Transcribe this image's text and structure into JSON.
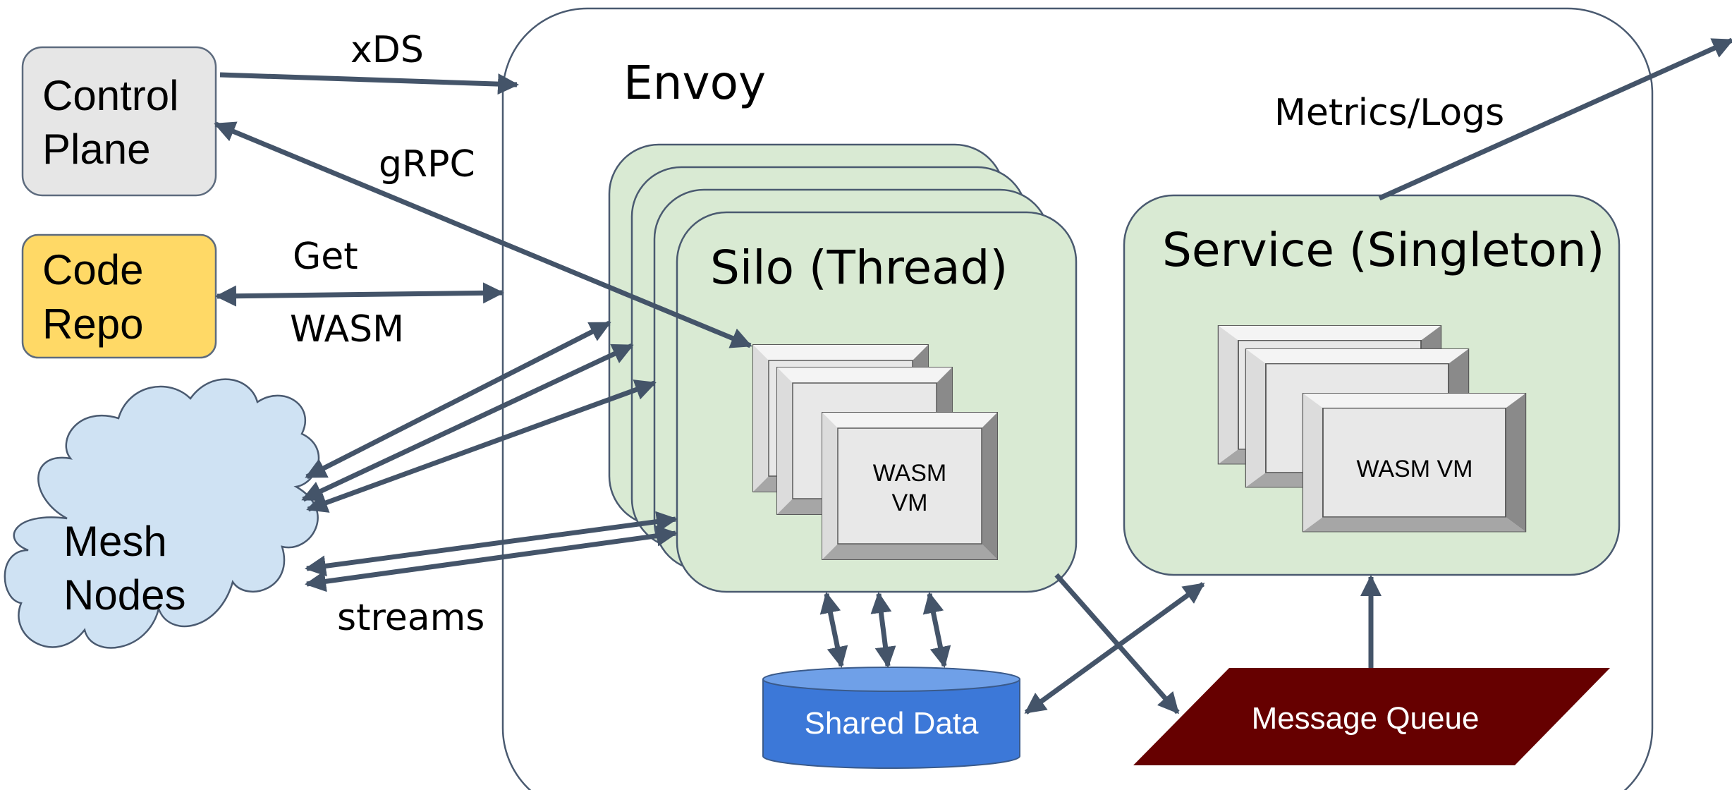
{
  "labels": {
    "control_plane_line1": "Control",
    "control_plane_line2": "Plane",
    "code_repo_line1": "Code",
    "code_repo_line2": "Repo",
    "mesh_nodes_line1": "Mesh",
    "mesh_nodes_line2": "Nodes",
    "envoy": "Envoy",
    "silo": "Silo (Thread)",
    "service": "Service (Singleton)",
    "wasm_vm_silo_line1": "WASM",
    "wasm_vm_silo_line2": "VM",
    "wasm_vm_service": "WASM VM",
    "shared_data": "Shared Data",
    "message_queue": "Message Queue",
    "xds": "xDS",
    "grpc": "gRPC",
    "get": "Get",
    "wasm": "WASM",
    "streams": "streams",
    "metrics_logs": "Metrics/Logs"
  },
  "colors": {
    "arrow": "#445469",
    "silo_fill": "#d9ead3",
    "control_plane_fill": "#e6e6e6",
    "code_repo_fill": "#ffd966",
    "mesh_fill": "#cfe2f3",
    "shared_data_fill": "#3c78d8",
    "message_queue_fill": "#660000"
  }
}
